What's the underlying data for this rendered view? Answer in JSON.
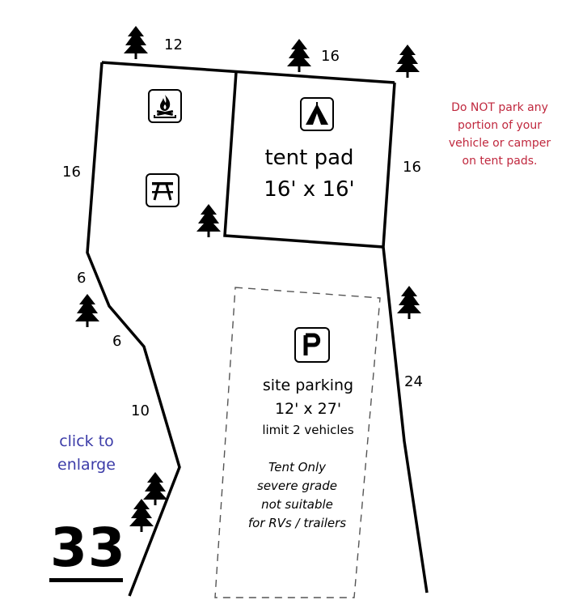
{
  "site": {
    "number": "33"
  },
  "link": {
    "line1": "click to",
    "line2": "enlarge"
  },
  "notice": {
    "lines": [
      "Do NOT park any",
      "portion of your",
      "vehicle or camper",
      "on tent pads."
    ]
  },
  "tent_pad": {
    "title": "tent pad",
    "size": "16' x 16'"
  },
  "parking": {
    "title": "site parking",
    "size": "12' x 27'",
    "limit": "limit 2 vehicles"
  },
  "restriction": {
    "lines": [
      "Tent Only",
      "severe grade",
      "not suitable",
      "for RVs / trailers"
    ]
  },
  "dimensions": {
    "top_left": "12",
    "top_right": "16",
    "left_upper": "16",
    "right_upper": "16",
    "left_a": "6",
    "left_b": "6",
    "left_c": "10",
    "right_lower": "24"
  },
  "icons": [
    "campfire-icon",
    "picnic-table-icon",
    "tent-icon",
    "parking-icon",
    "tree-icon"
  ]
}
